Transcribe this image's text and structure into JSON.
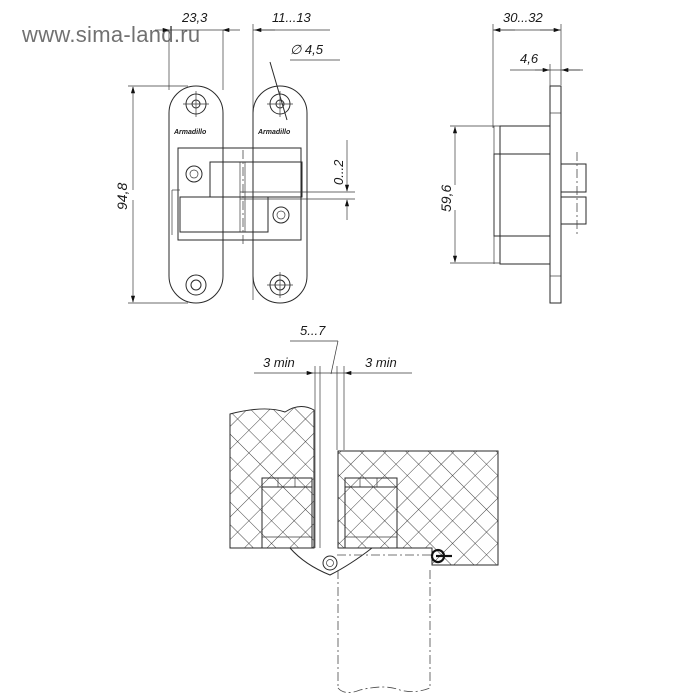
{
  "watermark": "www.sima-land.ru",
  "front_view": {
    "brand_label_left": "Armadillo",
    "brand_label_right": "Armadillo",
    "dim_width": "23,3",
    "dim_offset": "11...13",
    "dim_hole": "∅ 4,5",
    "dim_height": "94,8",
    "dim_adjust": "0...2"
  },
  "side_view": {
    "dim_depth": "30...32",
    "dim_plate": "4,6",
    "dim_body": "59,6"
  },
  "install_view": {
    "dim_gap": "5...7",
    "dim_min_left": "3 min",
    "dim_min_right": "3 min"
  },
  "colors": {
    "line": "#2a2a2a",
    "watermark": "#6a6a6a",
    "background": "#ffffff"
  }
}
